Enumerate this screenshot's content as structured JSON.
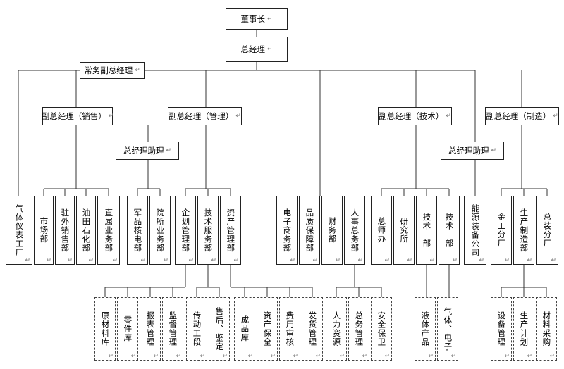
{
  "mark": "↵",
  "nodes": [
    {
      "id": "chairman",
      "text": "董事长"
    },
    {
      "id": "gm",
      "text": "总经理"
    },
    {
      "id": "exec-vgm",
      "text": "常务副总经理"
    },
    {
      "id": "vgm-sales",
      "text": "副总经理（销售）"
    },
    {
      "id": "vgm-mgmt",
      "text": "副总经理（管理）"
    },
    {
      "id": "vgm-tech",
      "text": "副总经理（技术）"
    },
    {
      "id": "vgm-mfg",
      "text": "副总经理（制造）"
    },
    {
      "id": "gm-assist-1",
      "text": "总经理助理"
    },
    {
      "id": "gm-assist-2",
      "text": "总经理助理"
    },
    {
      "id": "instrument-factory",
      "text": "气体仪表工厂"
    },
    {
      "id": "market-dept",
      "text": "市场部"
    },
    {
      "id": "field-sales-dept",
      "text": "驻外销售部"
    },
    {
      "id": "petro-dept",
      "text": "油田石化部"
    },
    {
      "id": "direct-biz-dept",
      "text": "直属业务部"
    },
    {
      "id": "military-dept",
      "text": "军品核电部"
    },
    {
      "id": "institute-dept",
      "text": "院所业务部"
    },
    {
      "id": "planning-dept",
      "text": "企划管理部"
    },
    {
      "id": "tech-service-dept",
      "text": "技术服务部"
    },
    {
      "id": "asset-dept",
      "text": "资产管理部"
    },
    {
      "id": "ecommerce-dept",
      "text": "电子商务部"
    },
    {
      "id": "quality-dept",
      "text": "品质保障部"
    },
    {
      "id": "finance-dept",
      "text": "财务部"
    },
    {
      "id": "hr-dept",
      "text": "人事总务部"
    },
    {
      "id": "chief-eng-office",
      "text": "总师办"
    },
    {
      "id": "research-inst",
      "text": "研究所"
    },
    {
      "id": "tech-dept-1",
      "text": "技术一部"
    },
    {
      "id": "tech-dept-2",
      "text": "技术二部"
    },
    {
      "id": "energy-company",
      "text": "能源装备公司"
    },
    {
      "id": "metalwork-factory",
      "text": "金工分厂"
    },
    {
      "id": "production-dept",
      "text": "生产制造部"
    },
    {
      "id": "assembly-factory",
      "text": "总装分厂"
    },
    {
      "id": "raw-material-store",
      "text": "原材料库"
    },
    {
      "id": "parts-store",
      "text": "零件库"
    },
    {
      "id": "declaration-mgmt",
      "text": "报表管理"
    },
    {
      "id": "supervision-mgmt",
      "text": "监督管理"
    },
    {
      "id": "transmission-work",
      "text": "传动工段"
    },
    {
      "id": "after-sales",
      "text": "售后、鉴定"
    },
    {
      "id": "finished-store",
      "text": "成品库"
    },
    {
      "id": "asset-security",
      "text": "资产保全"
    },
    {
      "id": "expense-audit",
      "text": "费用审核"
    },
    {
      "id": "shipping-mgmt",
      "text": "发货管理"
    },
    {
      "id": "hr-resources",
      "text": "人力资源"
    },
    {
      "id": "general-affairs",
      "text": "总务管理"
    },
    {
      "id": "security-guard",
      "text": "安全保卫"
    },
    {
      "id": "liquid-products",
      "text": "液体产品"
    },
    {
      "id": "gas-electronics",
      "text": "气体、电子"
    },
    {
      "id": "equipment-mgmt",
      "text": "设备管理"
    },
    {
      "id": "production-plan",
      "text": "生产计划"
    },
    {
      "id": "material-purchase",
      "text": "材料采购"
    }
  ]
}
